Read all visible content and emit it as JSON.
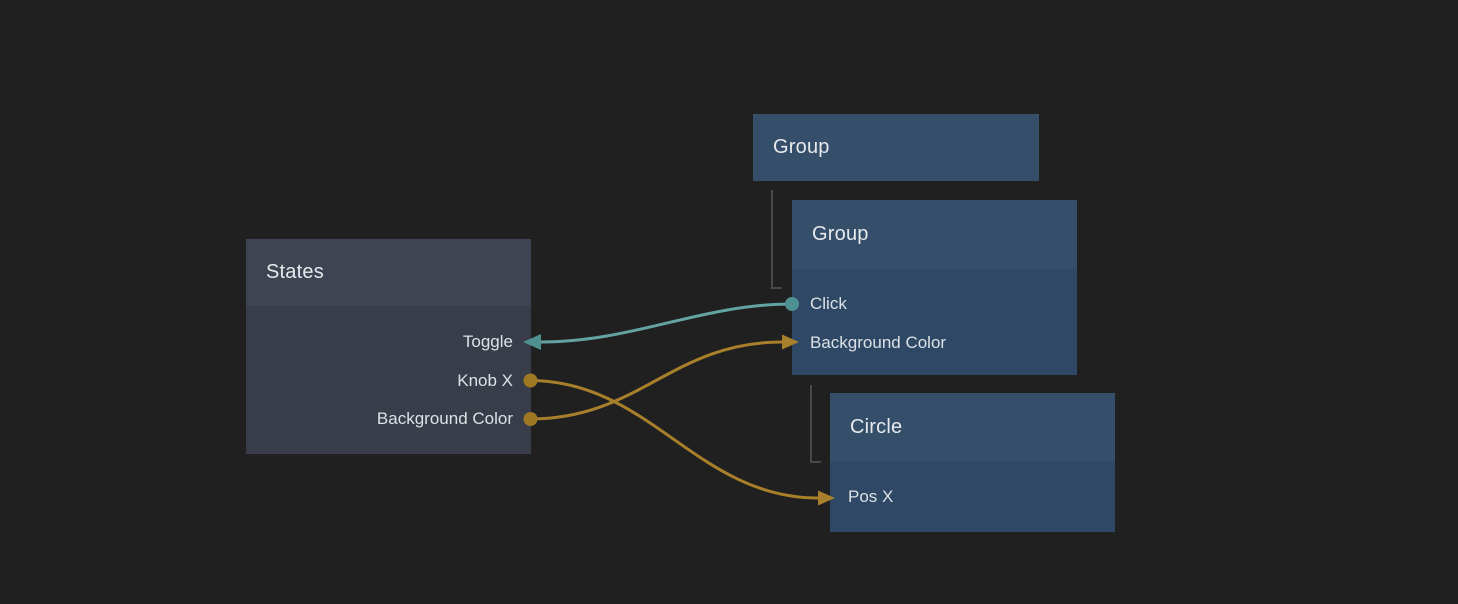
{
  "canvas": {
    "background": "#202020"
  },
  "colors": {
    "canvas_bg": "#202020",
    "wire_teal": "#63a3a1",
    "port_teal": "#4f9190",
    "wire_gold": "#a87f2a",
    "port_gold": "#9f7824",
    "tree_line": "#48494b",
    "node_blue_header": "#354e6a",
    "node_blue_body": "#2e4865",
    "node_gray_header": "#3f4453",
    "node_gray_body": "#383d49"
  },
  "nodes": {
    "group_parent": {
      "title": "Group"
    },
    "group_child": {
      "title": "Group",
      "ports": [
        {
          "label": "Click",
          "kind": "output",
          "wire": "teal"
        },
        {
          "label": "Background Color",
          "kind": "input",
          "wire": "gold"
        }
      ]
    },
    "circle": {
      "title": "Circle",
      "ports": [
        {
          "label": "Pos X",
          "kind": "input",
          "wire": "gold"
        }
      ]
    },
    "states": {
      "title": "States",
      "ports": [
        {
          "label": "Toggle",
          "kind": "input",
          "wire": "teal"
        },
        {
          "label": "Knob X",
          "kind": "output",
          "wire": "gold"
        },
        {
          "label": "Background Color",
          "kind": "output",
          "wire": "gold"
        }
      ]
    }
  },
  "hierarchy": [
    {
      "parent": "group_parent",
      "child": "group_child"
    },
    {
      "parent": "group_child",
      "child": "circle"
    }
  ],
  "connections": [
    {
      "from": "group_child.Click",
      "to": "states.Toggle",
      "color": "teal"
    },
    {
      "from": "states.Knob X",
      "to": "circle.Pos X",
      "color": "gold"
    },
    {
      "from": "states.Background Color",
      "to": "group_child.Background Color",
      "color": "gold"
    }
  ]
}
